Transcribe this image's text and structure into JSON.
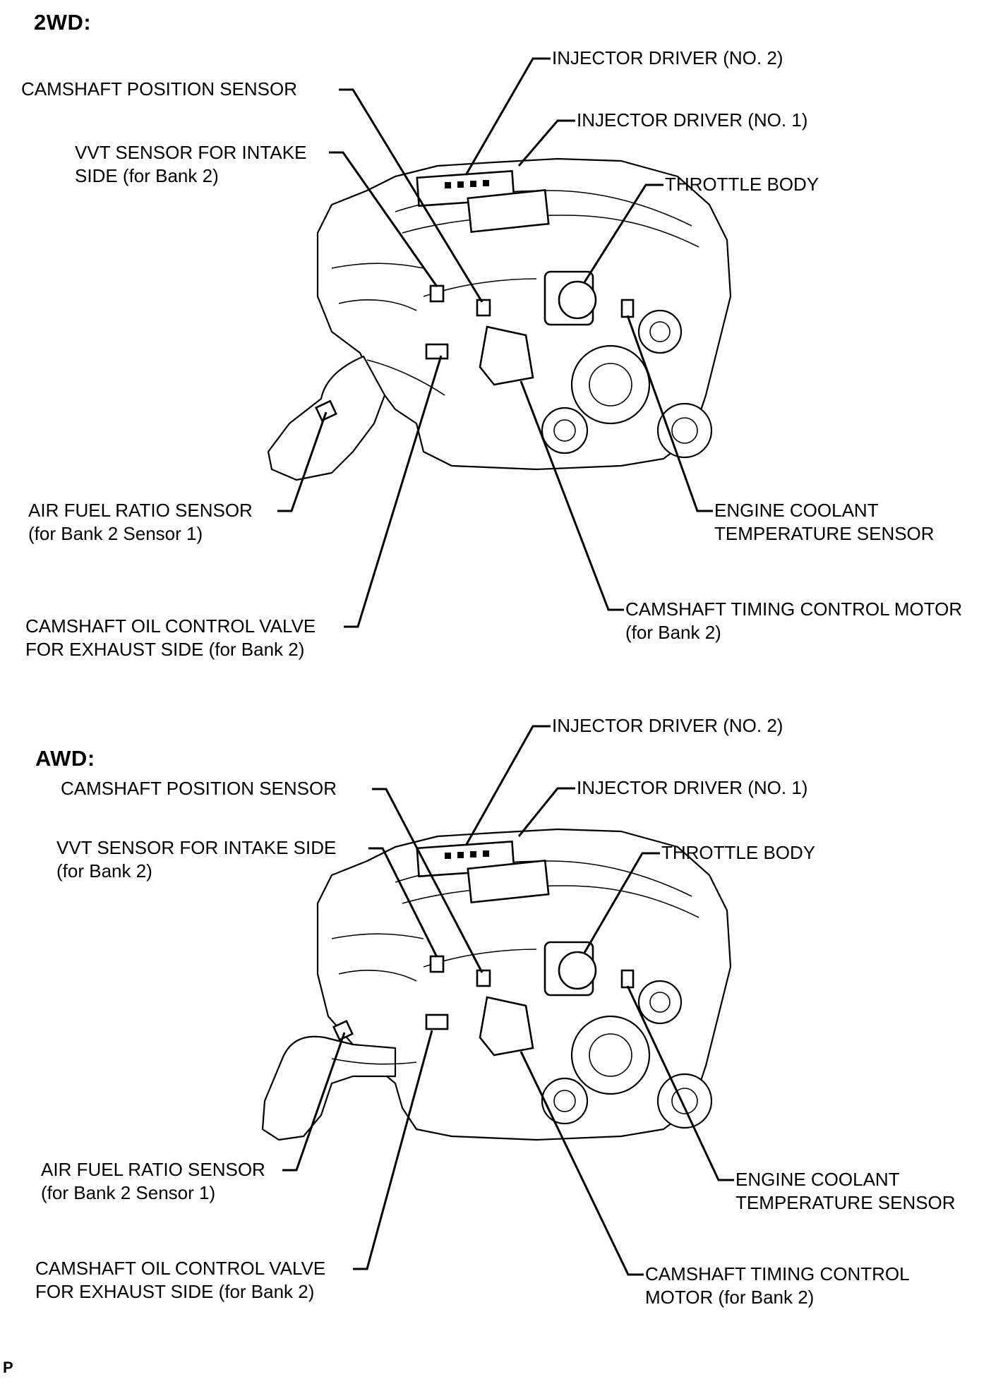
{
  "diagrams": [
    {
      "heading": "2WD:",
      "labels": {
        "injector_driver_2": [
          "INJECTOR DRIVER (NO. 2)"
        ],
        "camshaft_position_sensor": [
          "CAMSHAFT POSITION SENSOR"
        ],
        "injector_driver_1": [
          "INJECTOR DRIVER (NO. 1)"
        ],
        "vvt_sensor": [
          "VVT SENSOR FOR INTAKE",
          "SIDE (for Bank 2)"
        ],
        "throttle_body": [
          "THROTTLE BODY"
        ],
        "air_fuel_ratio_sensor": [
          "AIR FUEL RATIO SENSOR",
          "(for Bank 2 Sensor 1)"
        ],
        "engine_coolant_temp_sensor": [
          "ENGINE COOLANT",
          "TEMPERATURE SENSOR"
        ],
        "camshaft_timing_control_motor": [
          "CAMSHAFT TIMING CONTROL MOTOR",
          "(for Bank 2)"
        ],
        "camshaft_oil_control_valve": [
          "CAMSHAFT OIL CONTROL VALVE",
          "FOR EXHAUST SIDE (for Bank 2)"
        ]
      }
    },
    {
      "heading": "AWD:",
      "labels": {
        "injector_driver_2": [
          "INJECTOR DRIVER (NO. 2)"
        ],
        "camshaft_position_sensor": [
          "CAMSHAFT POSITION SENSOR"
        ],
        "injector_driver_1": [
          "INJECTOR DRIVER (NO. 1)"
        ],
        "vvt_sensor": [
          "VVT SENSOR FOR INTAKE SIDE",
          "(for Bank 2)"
        ],
        "throttle_body": [
          "THROTTLE BODY"
        ],
        "air_fuel_ratio_sensor": [
          "AIR FUEL RATIO SENSOR",
          "(for Bank 2 Sensor 1)"
        ],
        "engine_coolant_temp_sensor": [
          "ENGINE COOLANT",
          "TEMPERATURE SENSOR"
        ],
        "camshaft_timing_control_motor": [
          "CAMSHAFT TIMING CONTROL",
          "MOTOR (for Bank 2)"
        ],
        "camshaft_oil_control_valve": [
          "CAMSHAFT OIL CONTROL VALVE",
          "FOR EXHAUST SIDE (for Bank 2)"
        ]
      }
    }
  ],
  "footer_mark": "P"
}
